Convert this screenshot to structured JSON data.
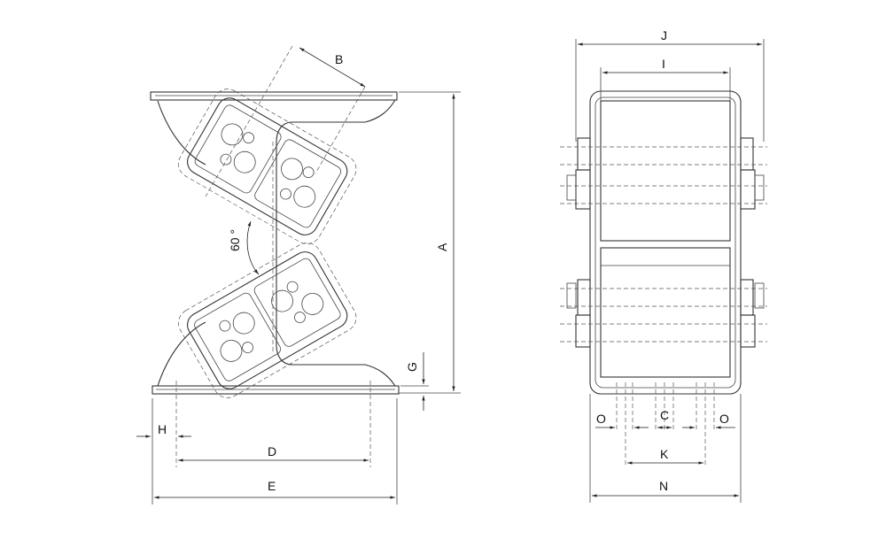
{
  "side_view": {
    "labels": {
      "A": "A",
      "B": "B",
      "D": "D",
      "E": "E",
      "G": "G",
      "H": "H",
      "angle": "60 °"
    }
  },
  "front_view": {
    "labels": {
      "J": "J",
      "I": "I",
      "C": "C",
      "O_left": "O",
      "O_right": "O",
      "K": "K",
      "N": "N"
    }
  }
}
